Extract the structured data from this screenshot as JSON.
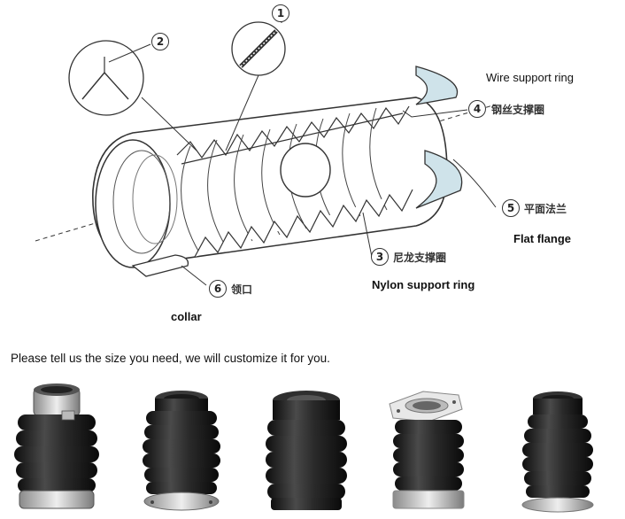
{
  "callouts": {
    "c1": {
      "number": "1"
    },
    "c2": {
      "number": "2"
    },
    "c3": {
      "number": "3",
      "cn": "尼龙支撑圈",
      "en": "Nylon support ring"
    },
    "c4": {
      "number": "4",
      "cn": "钢丝支撑圈",
      "en": "Wire support ring"
    },
    "c5": {
      "number": "5",
      "cn": "平面法兰",
      "en": "Flat flange"
    },
    "c6": {
      "number": "6",
      "cn": "领口",
      "en": "collar"
    }
  },
  "notice": "Please tell us the size you need, we will customize it for you.",
  "colors": {
    "line": "#333333",
    "fold_fill": "#ffffff",
    "flange_fill": "#cfe3ea",
    "rubber": "#1e1e1e",
    "metal": "#c8c8c8"
  },
  "products": [
    {
      "icon": "bellows-collar-clamp-icon"
    },
    {
      "icon": "bellows-round-flange-icon"
    },
    {
      "icon": "bellows-plain-icon"
    },
    {
      "icon": "bellows-square-flange-icon"
    },
    {
      "icon": "bellows-tapered-icon"
    }
  ]
}
